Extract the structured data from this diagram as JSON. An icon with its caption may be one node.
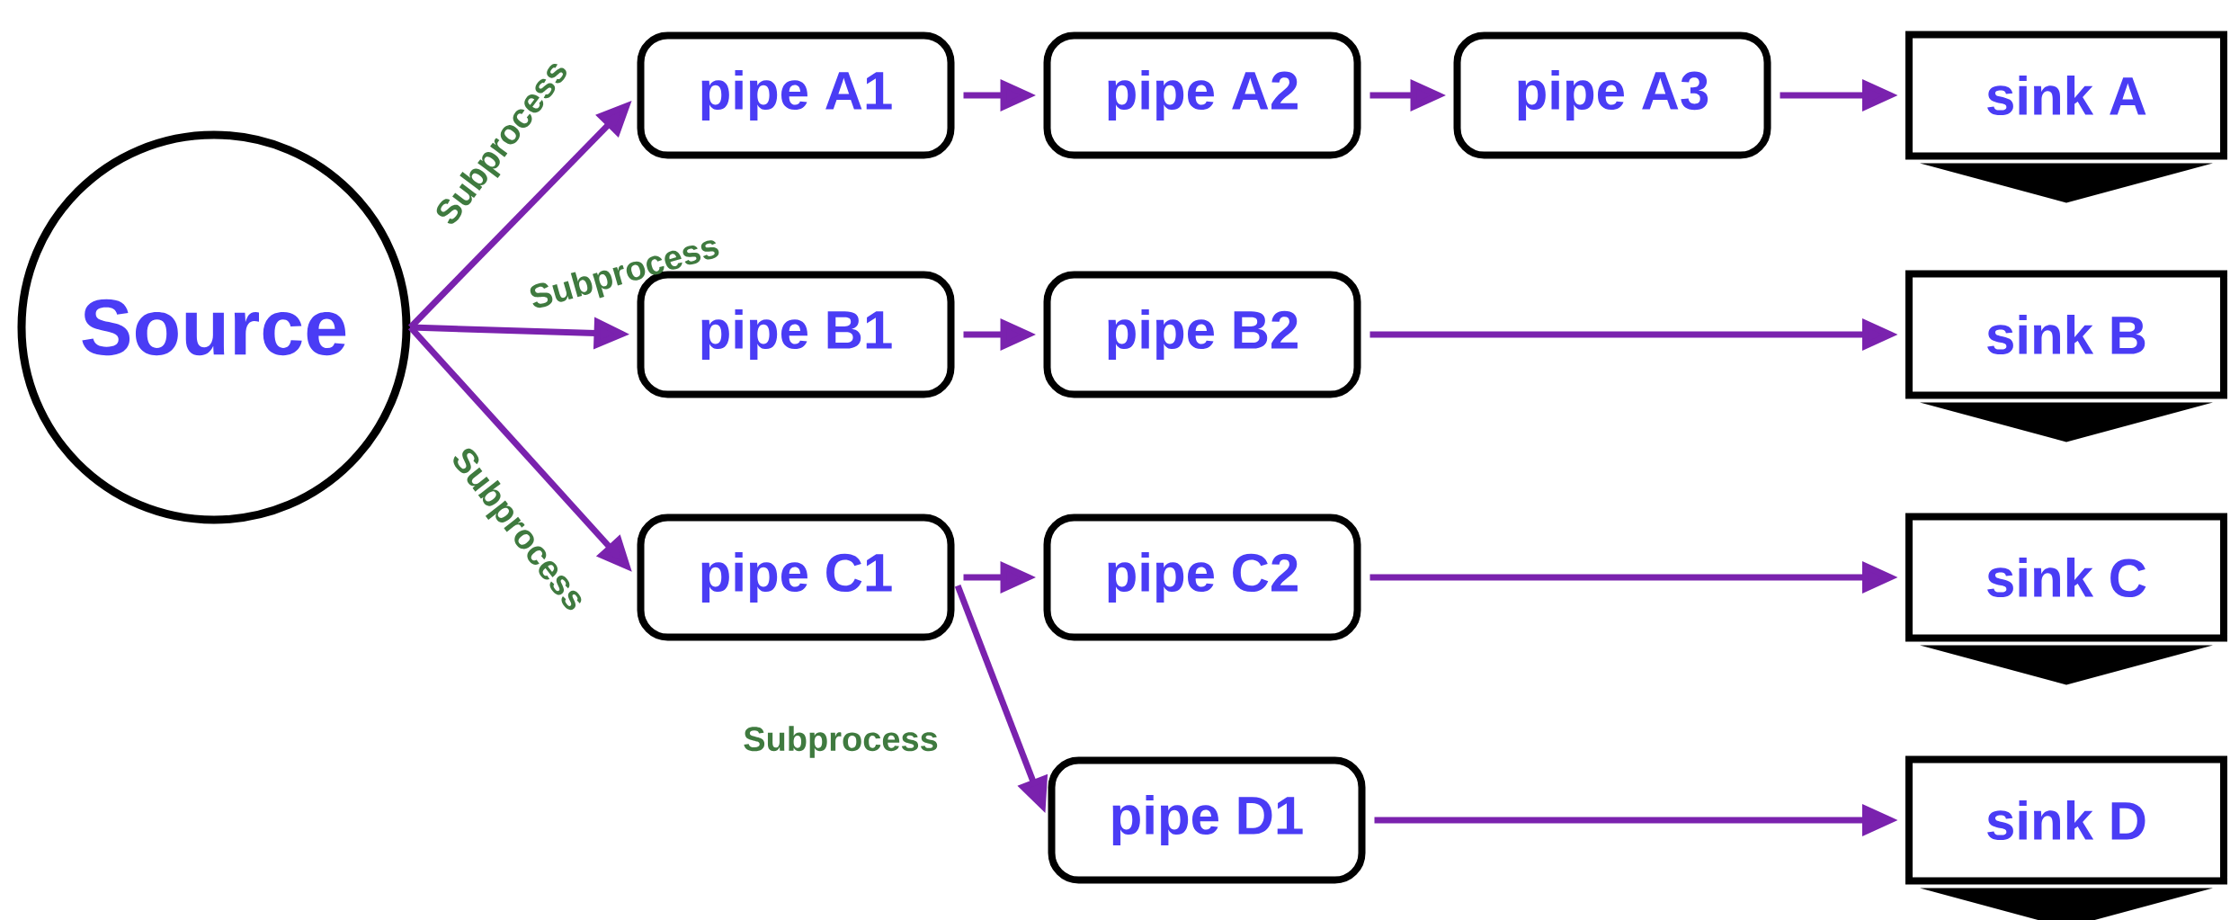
{
  "diagram": {
    "nodes": [
      {
        "text": [
          "Source"
        ]
      },
      {
        "text": [
          "pipe A1"
        ]
      },
      {
        "text": [
          "pipe A2"
        ]
      },
      {
        "text": [
          "pipe A3"
        ]
      },
      {
        "text": [
          "sink A"
        ]
      },
      {
        "text": [
          "pipe B1"
        ]
      },
      {
        "text": [
          "pipe B2"
        ]
      },
      {
        "text": [
          "sink B"
        ]
      },
      {
        "text": [
          "pipe C1"
        ]
      },
      {
        "text": [
          "pipe C2"
        ]
      },
      {
        "text": [
          "sink C"
        ]
      },
      {
        "text": [
          "pipe D1"
        ]
      },
      {
        "text": [
          "sink D"
        ]
      }
    ],
    "edges": [
      {
        "from": 0,
        "to": 1,
        "arrow": "to",
        "label": "Subprocess"
      },
      {
        "from": 0,
        "to": 5,
        "arrow": "to",
        "label": "Subprocess"
      },
      {
        "from": 0,
        "to": 8,
        "arrow": "to",
        "label": "Subprocess"
      },
      {
        "from": 1,
        "to": 2,
        "arrow": "to"
      },
      {
        "from": 2,
        "to": 3,
        "arrow": "to"
      },
      {
        "from": 3,
        "to": 4,
        "arrow": "to"
      },
      {
        "from": 5,
        "to": 6,
        "arrow": "to"
      },
      {
        "from": 6,
        "to": 7,
        "arrow": "to"
      },
      {
        "from": 8,
        "to": 9,
        "arrow": "to"
      },
      {
        "from": 9,
        "to": 10,
        "arrow": "to"
      },
      {
        "from": 8,
        "to": 11,
        "arrow": "to",
        "label": "Subprocess"
      },
      {
        "from": 11,
        "to": 12,
        "arrow": "to"
      }
    ]
  }
}
